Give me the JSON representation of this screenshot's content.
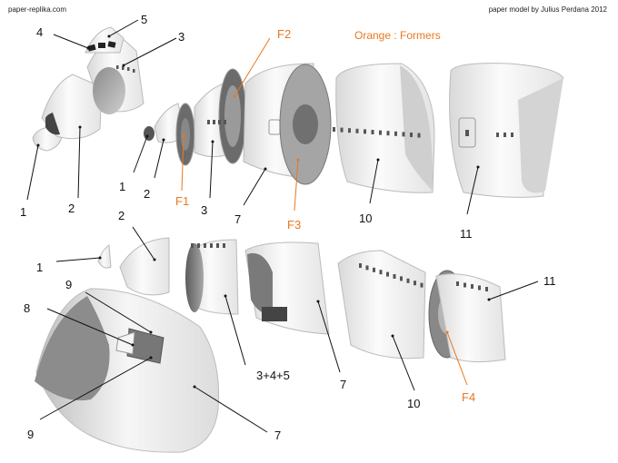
{
  "header": {
    "site": "paper-replika.com",
    "credit": "paper model by Julius Perdana 2012",
    "legend": "Orange : Formers"
  },
  "colors": {
    "accent": "#e8781e",
    "ink": "#111111"
  },
  "labels": {
    "top_left": {
      "l1": "1",
      "l2": "2",
      "l3": "3",
      "l4": "4",
      "l5": "5"
    },
    "top_row": {
      "l1": "1",
      "l2": "2",
      "f1": "F1",
      "l3": "3",
      "f2": "F2",
      "l7": "7",
      "f3": "F3",
      "l10": "10",
      "l11": "11"
    },
    "mid_row": {
      "l1": "1",
      "l2": "2",
      "l345": "3+4+5",
      "l7": "7",
      "l10": "10",
      "f4": "F4",
      "l11": "11"
    },
    "bottom": {
      "l8": "8",
      "l9a": "9",
      "l9b": "9",
      "l7": "7"
    }
  }
}
